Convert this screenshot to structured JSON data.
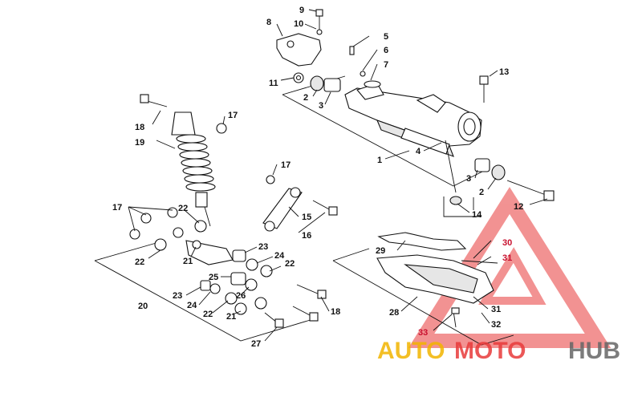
{
  "diagram": {
    "callouts": [
      {
        "id": "c1",
        "text": "1"
      },
      {
        "id": "c2a",
        "text": "2"
      },
      {
        "id": "c2b",
        "text": "2"
      },
      {
        "id": "c3a",
        "text": "3"
      },
      {
        "id": "c3b",
        "text": "3"
      },
      {
        "id": "c4",
        "text": "4"
      },
      {
        "id": "c5",
        "text": "5"
      },
      {
        "id": "c6",
        "text": "6"
      },
      {
        "id": "c7",
        "text": "7"
      },
      {
        "id": "c8",
        "text": "8"
      },
      {
        "id": "c9",
        "text": "9"
      },
      {
        "id": "c10",
        "text": "10"
      },
      {
        "id": "c11",
        "text": "11"
      },
      {
        "id": "c12",
        "text": "12"
      },
      {
        "id": "c13",
        "text": "13"
      },
      {
        "id": "c14",
        "text": "14"
      },
      {
        "id": "c15",
        "text": "15"
      },
      {
        "id": "c16",
        "text": "16"
      },
      {
        "id": "c17a",
        "text": "17"
      },
      {
        "id": "c17b",
        "text": "17"
      },
      {
        "id": "c17c",
        "text": "17"
      },
      {
        "id": "c18a",
        "text": "18"
      },
      {
        "id": "c18b",
        "text": "18"
      },
      {
        "id": "c19",
        "text": "19"
      },
      {
        "id": "c20",
        "text": "20"
      },
      {
        "id": "c21a",
        "text": "21"
      },
      {
        "id": "c21b",
        "text": "21"
      },
      {
        "id": "c22a",
        "text": "22"
      },
      {
        "id": "c22b",
        "text": "22"
      },
      {
        "id": "c22c",
        "text": "22"
      },
      {
        "id": "c22d",
        "text": "22"
      },
      {
        "id": "c23a",
        "text": "23"
      },
      {
        "id": "c23b",
        "text": "23"
      },
      {
        "id": "c24a",
        "text": "24"
      },
      {
        "id": "c24b",
        "text": "24"
      },
      {
        "id": "c25",
        "text": "25"
      },
      {
        "id": "c26",
        "text": "26"
      },
      {
        "id": "c27",
        "text": "27"
      },
      {
        "id": "c28",
        "text": "28"
      },
      {
        "id": "c29",
        "text": "29"
      },
      {
        "id": "c30",
        "text": "30"
      },
      {
        "id": "c31a",
        "text": "31"
      },
      {
        "id": "c31b",
        "text": "31"
      },
      {
        "id": "c32",
        "text": "32"
      },
      {
        "id": "c33",
        "text": "33"
      }
    ]
  },
  "watermark": {
    "part_auto": "AUTO",
    "part_moto": "MOTO",
    "part_hub": "HUB",
    "colors": {
      "auto": "#f2b400",
      "moto": "#e83a3a",
      "hub": "#666666",
      "triangle": "#e83a3a"
    }
  }
}
